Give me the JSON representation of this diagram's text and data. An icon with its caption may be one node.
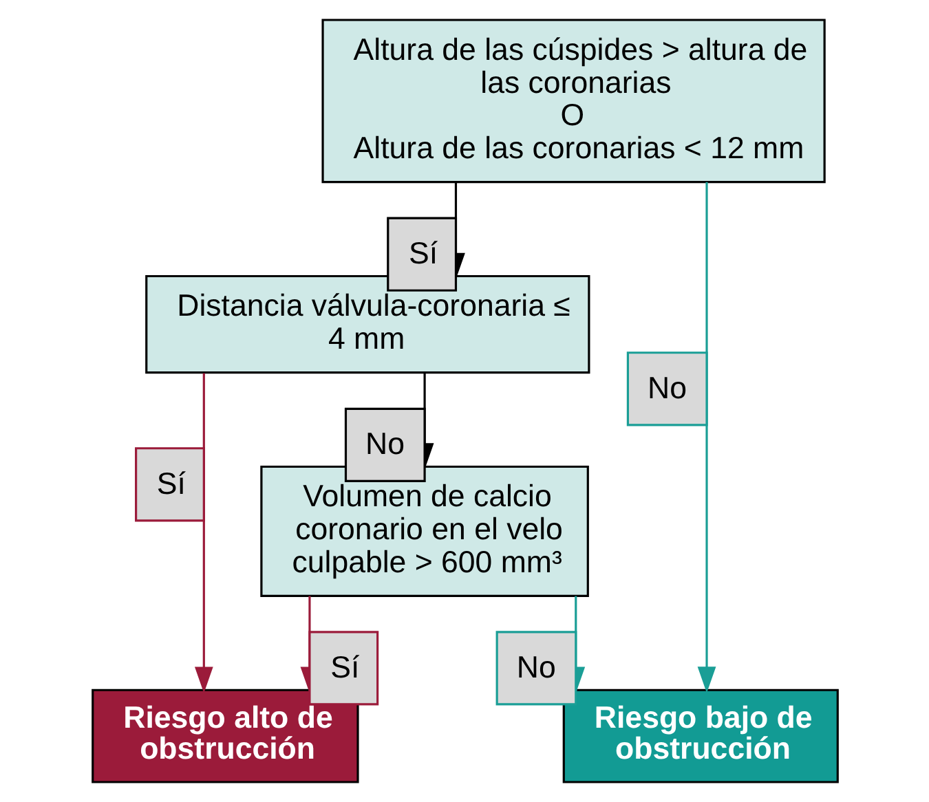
{
  "diagram": {
    "nodes": [
      {
        "text": [
          "Altura de las cúspides > altura de las coronarias",
          "O",
          "Altura de las coronarias < 12 mm"
        ]
      },
      {
        "text": [
          "Distancia válvula-coronaria ≤ 4 mm"
        ]
      },
      {
        "text": [
          "Volumen de calcio coronario en el velo culpable > 600 mm³"
        ]
      },
      {
        "text": [
          "Riesgo alto de obstrucción"
        ]
      },
      {
        "text": [
          "Riesgo bajo de obstrucción"
        ]
      }
    ],
    "edges": [
      {
        "from": 0,
        "to": 1,
        "arrow": "to",
        "label": "Sí"
      },
      {
        "from": 0,
        "to": 4,
        "arrow": "to",
        "label": "No",
        "color": "#1a9e96"
      },
      {
        "from": 1,
        "to": 3,
        "arrow": "to",
        "label": "Sí",
        "color": "#9b1b3a"
      },
      {
        "from": 1,
        "to": 2,
        "arrow": "to",
        "label": "No"
      },
      {
        "from": 2,
        "to": 3,
        "arrow": "to",
        "label": "Sí",
        "color": "#9b1b3a"
      },
      {
        "from": 2,
        "to": 4,
        "arrow": "to",
        "label": "No",
        "color": "#1a9e96"
      }
    ]
  }
}
